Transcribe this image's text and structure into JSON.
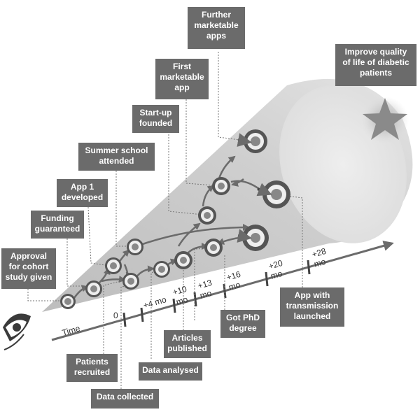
{
  "goal": "Improve quality\nof life of diabetic\npatients",
  "milestones": {
    "further_apps": "Further\nmarketable\napps",
    "first_app": "First\nmarketable\napp",
    "startup": "Start-up\nfounded",
    "summer_school": "Summer school\nattended",
    "app1": "App 1\ndeveloped",
    "funding": "Funding\nguaranteed",
    "approval": "Approval\nfor cohort\nstudy given",
    "patients": "Patients\nrecruited",
    "data_collected": "Data collected",
    "data_analysed": "Data analysed",
    "articles": "Articles\npublished",
    "phd": "Got PhD\ndegree",
    "app_transmission": "App with\ntransmission\nlaunched"
  },
  "timeline": {
    "axis_label": "Time",
    "ticks": [
      "0",
      "+4 mo",
      "+10\nmo",
      "+13\nmo",
      "+16\nmo",
      "+20\nmo",
      "+28\nmo"
    ]
  },
  "colors": {
    "label_bg": "#6b6b6b",
    "cone": "#c4c4c4",
    "target_dark": "#555555",
    "arrow": "#6b6b6b"
  }
}
